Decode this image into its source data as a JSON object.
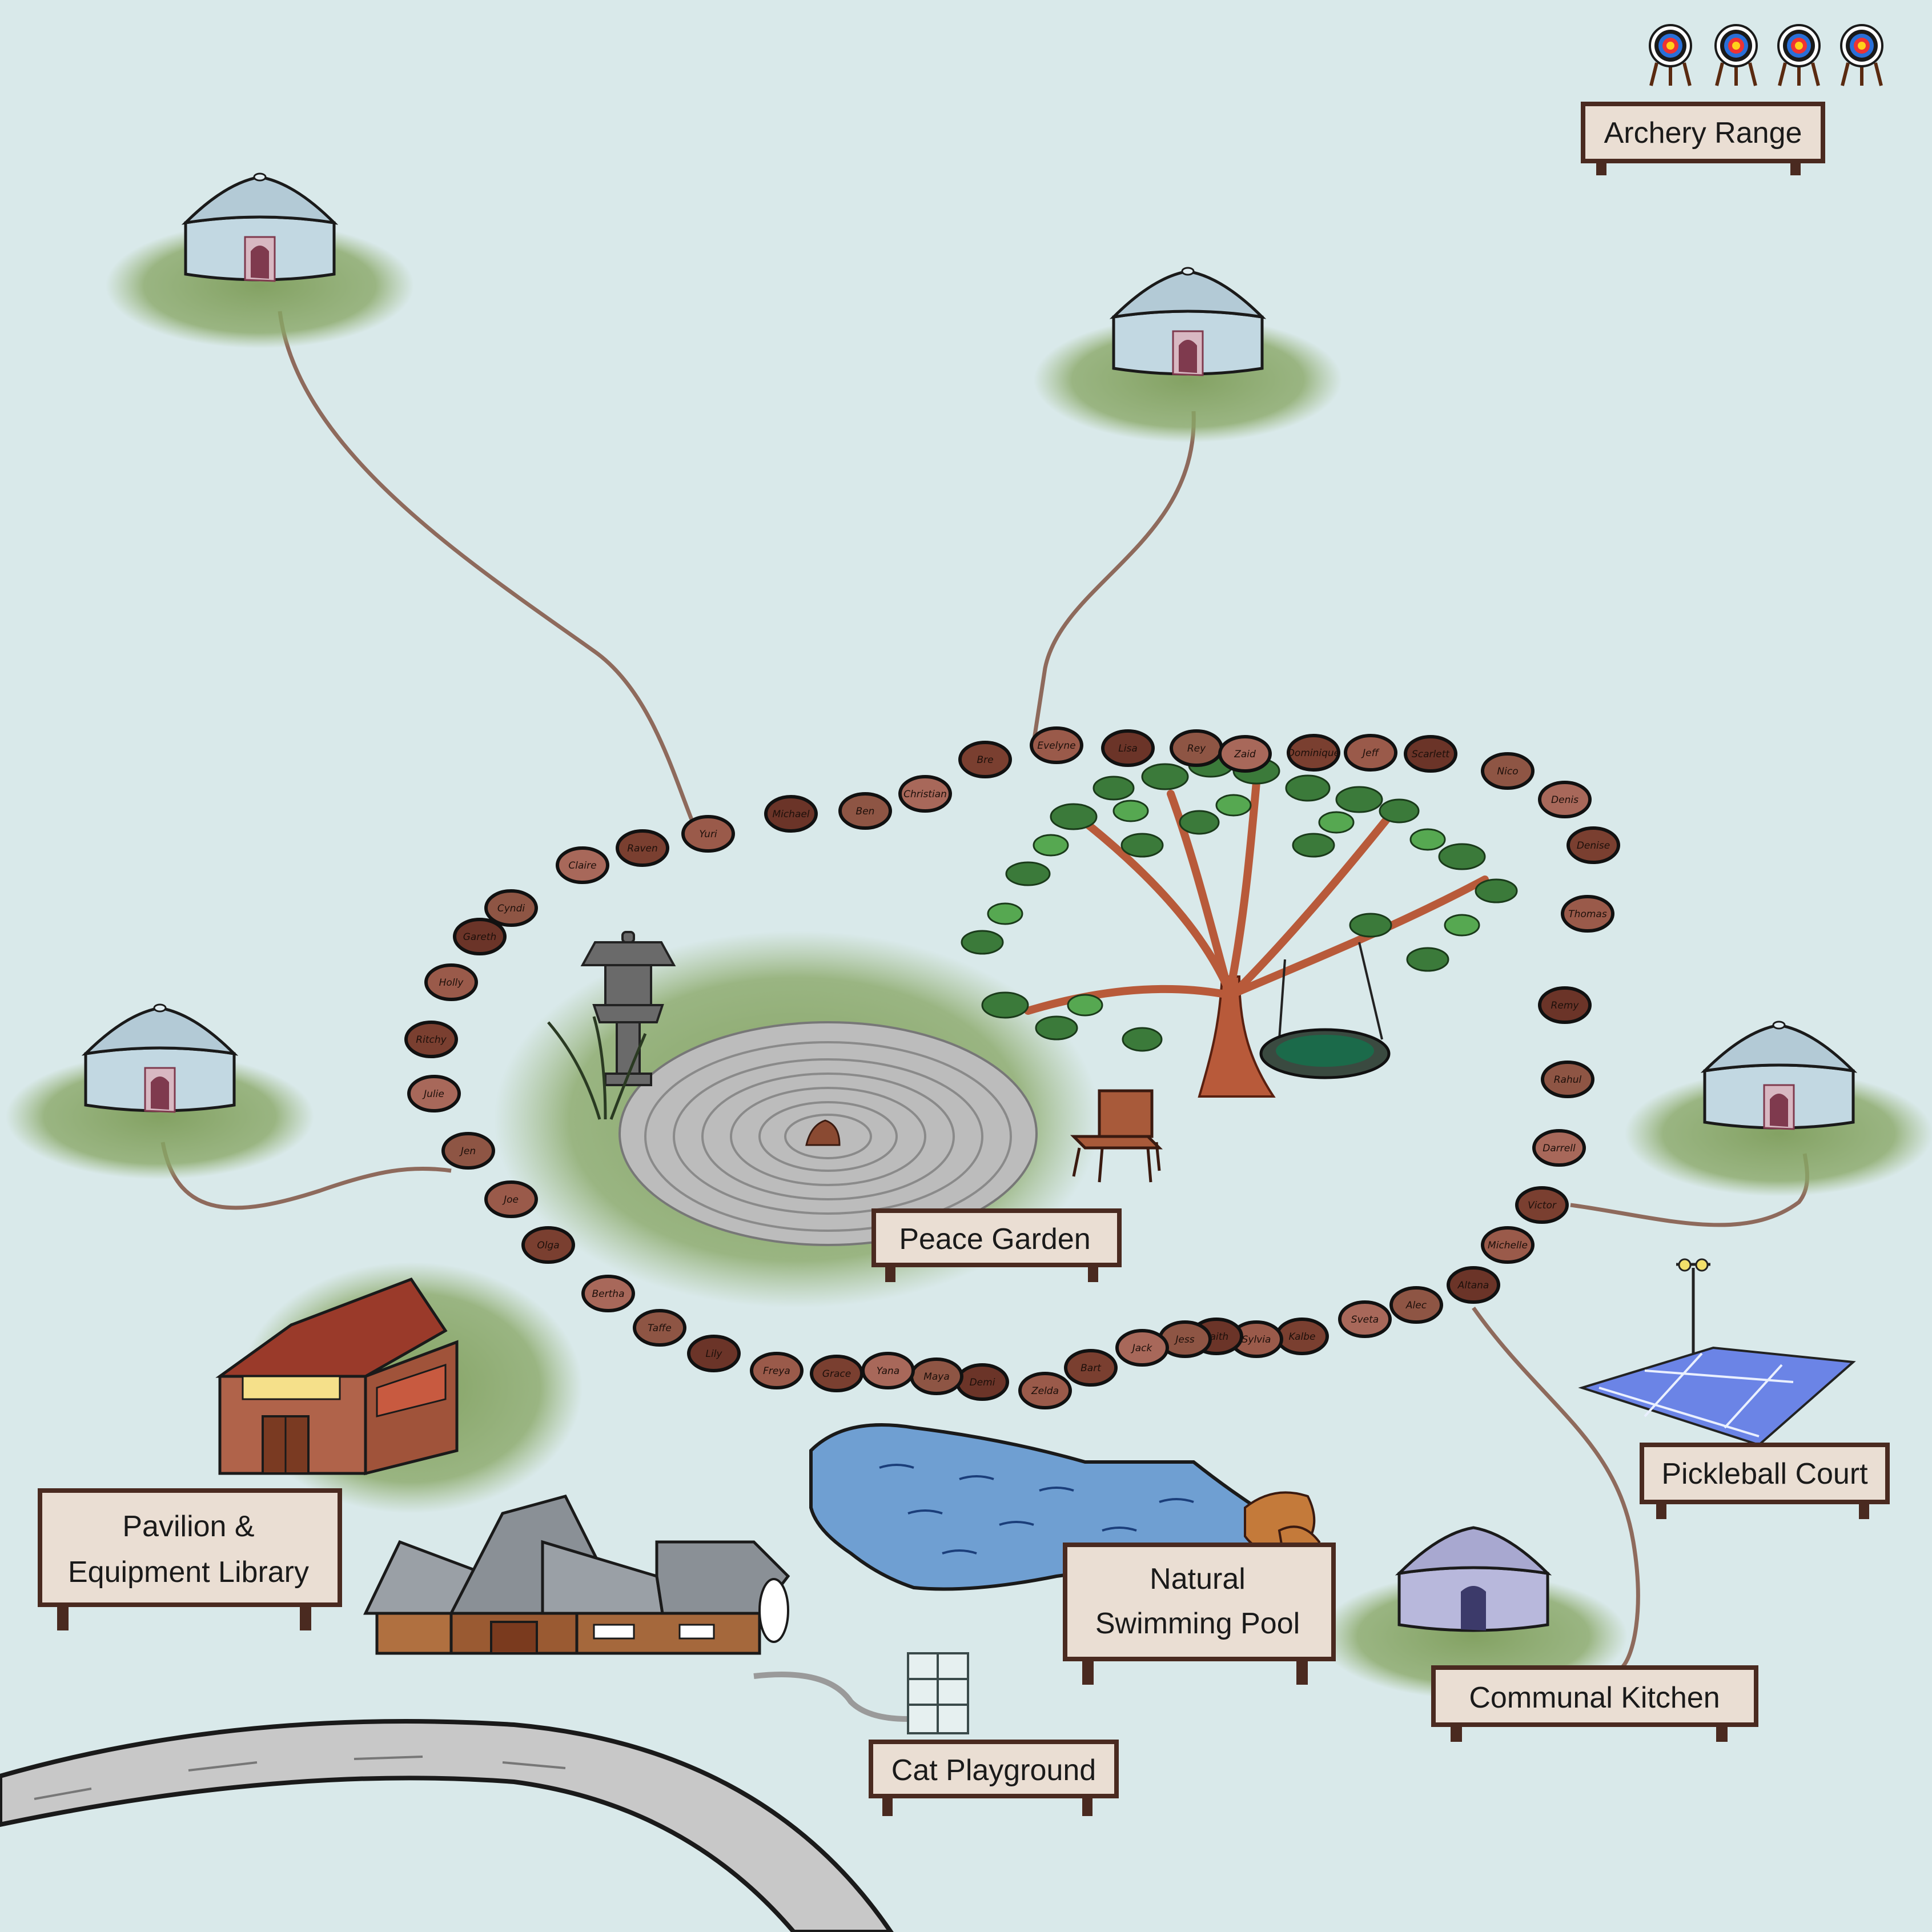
{
  "signs": {
    "archery": "Archery Range",
    "peace": "Peace Garden",
    "pavilion_line1": "Pavilion &",
    "pavilion_line2": "Equipment Library",
    "pool_line1": "Natural",
    "pool_line2": "Swimming Pool",
    "pickleball": "Pickleball Court",
    "kitchen": "Communal Kitchen",
    "cat": "Cat Playground"
  },
  "stones": [
    "Jen",
    "Julie",
    "Ritchy",
    "Holly",
    "Gareth",
    "Cyndi",
    "Claire",
    "Raven",
    "Yuri",
    "Michael",
    "Ben",
    "Christian",
    "Bre",
    "Evelyne",
    "Lisa",
    "Rey",
    "Zaid",
    "Dominique",
    "Jeff",
    "Scarlett",
    "Nico",
    "Denis",
    "Denise",
    "Thomas",
    "Remy",
    "Rahul",
    "Darrell",
    "Victor",
    "Michelle",
    "Altana",
    "Alec",
    "Sveta",
    "Kalbe",
    "Sylvia",
    "Faith",
    "Jess",
    "Jack",
    "Bart",
    "Zelda",
    "Demi",
    "Maya",
    "Yana",
    "Grace",
    "Freya",
    "Lily",
    "Taffe",
    "Bertha",
    "Olga",
    "Joe"
  ],
  "icons": {
    "yurt": "yurt-icon",
    "archery_target": "archery-target-icon",
    "lantern": "stone-lantern-icon",
    "tree": "tree-with-swing-icon",
    "bench": "bench-icon",
    "lamp": "street-lamp-icon",
    "barn": "barn-icon",
    "lodge": "lodge-icon",
    "cat_tower": "cat-tower-icon"
  },
  "colors": {
    "background": "#d9e9ea",
    "path": "#8e6a5c",
    "sign": "#eaded3",
    "sign_post": "#4a2a20",
    "grass": "#7f9e5c",
    "yurt": "#c2d8e2",
    "yurt_purple": "#b8b8dc",
    "door": "#7f3a4e",
    "water": "#6f9fd2",
    "court": "#6b84e6",
    "road": "#c8c8c8"
  }
}
